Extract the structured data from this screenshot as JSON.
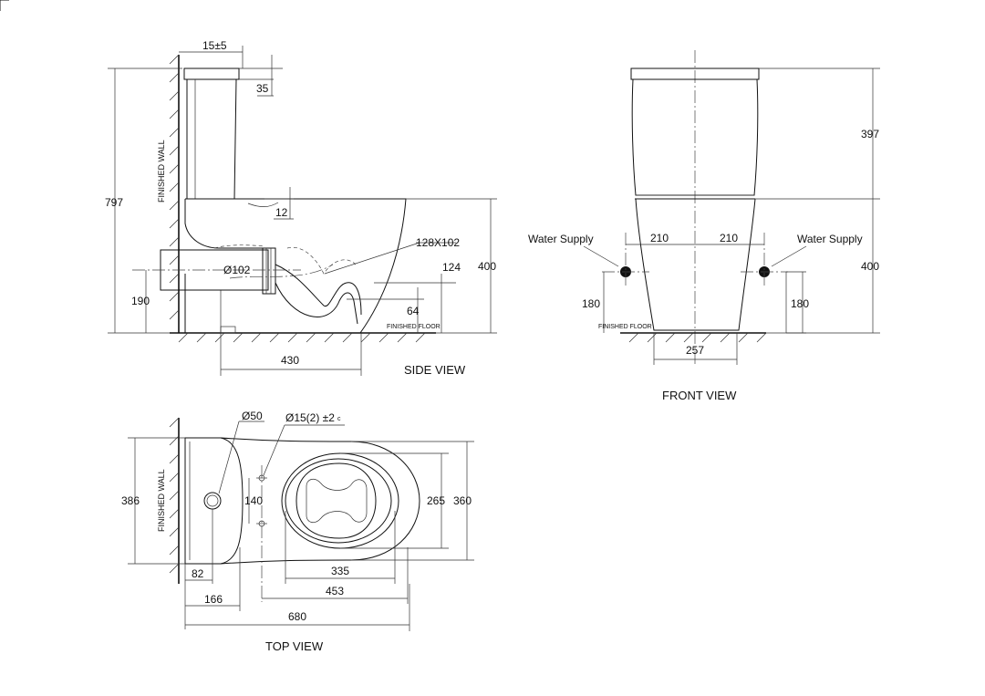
{
  "views": {
    "side": {
      "title": "SIDE VIEW"
    },
    "front": {
      "title": "FRONT VIEW"
    },
    "top": {
      "title": "TOP VIEW"
    }
  },
  "labels": {
    "finished_wall": "FINISHED WALL",
    "finished_floor": "FINISHED FLOOR",
    "water_supply": "Water Supply"
  },
  "side_dims": {
    "wall_offset": "15±5",
    "lid_thickness": "35",
    "tank_step": "12",
    "overall_height": "797",
    "outlet_size": "128X102",
    "outlet_diameter": "Ø102",
    "outlet_height": "190",
    "trap_height": "124",
    "water_seal": "64",
    "bowl_height": "400",
    "rough_in": "430"
  },
  "front_dims": {
    "tank_height": "397",
    "bowl_height": "400",
    "supply_left_offset": "210",
    "supply_right_offset": "210",
    "supply_left_height": "180",
    "supply_right_height": "180",
    "base_width": "257"
  },
  "top_dims": {
    "button_diameter": "Ø50",
    "fixing_holes": "Ø15(2) ±2",
    "fixing_holes_suffix": "c",
    "tank_depth": "386",
    "fixing_spacing": "140",
    "seat_width": "265",
    "bowl_width": "360",
    "tank_front": "82",
    "tank_length": "166",
    "bowl_opening": "335",
    "fixing_to_front": "453",
    "overall_length": "680"
  }
}
